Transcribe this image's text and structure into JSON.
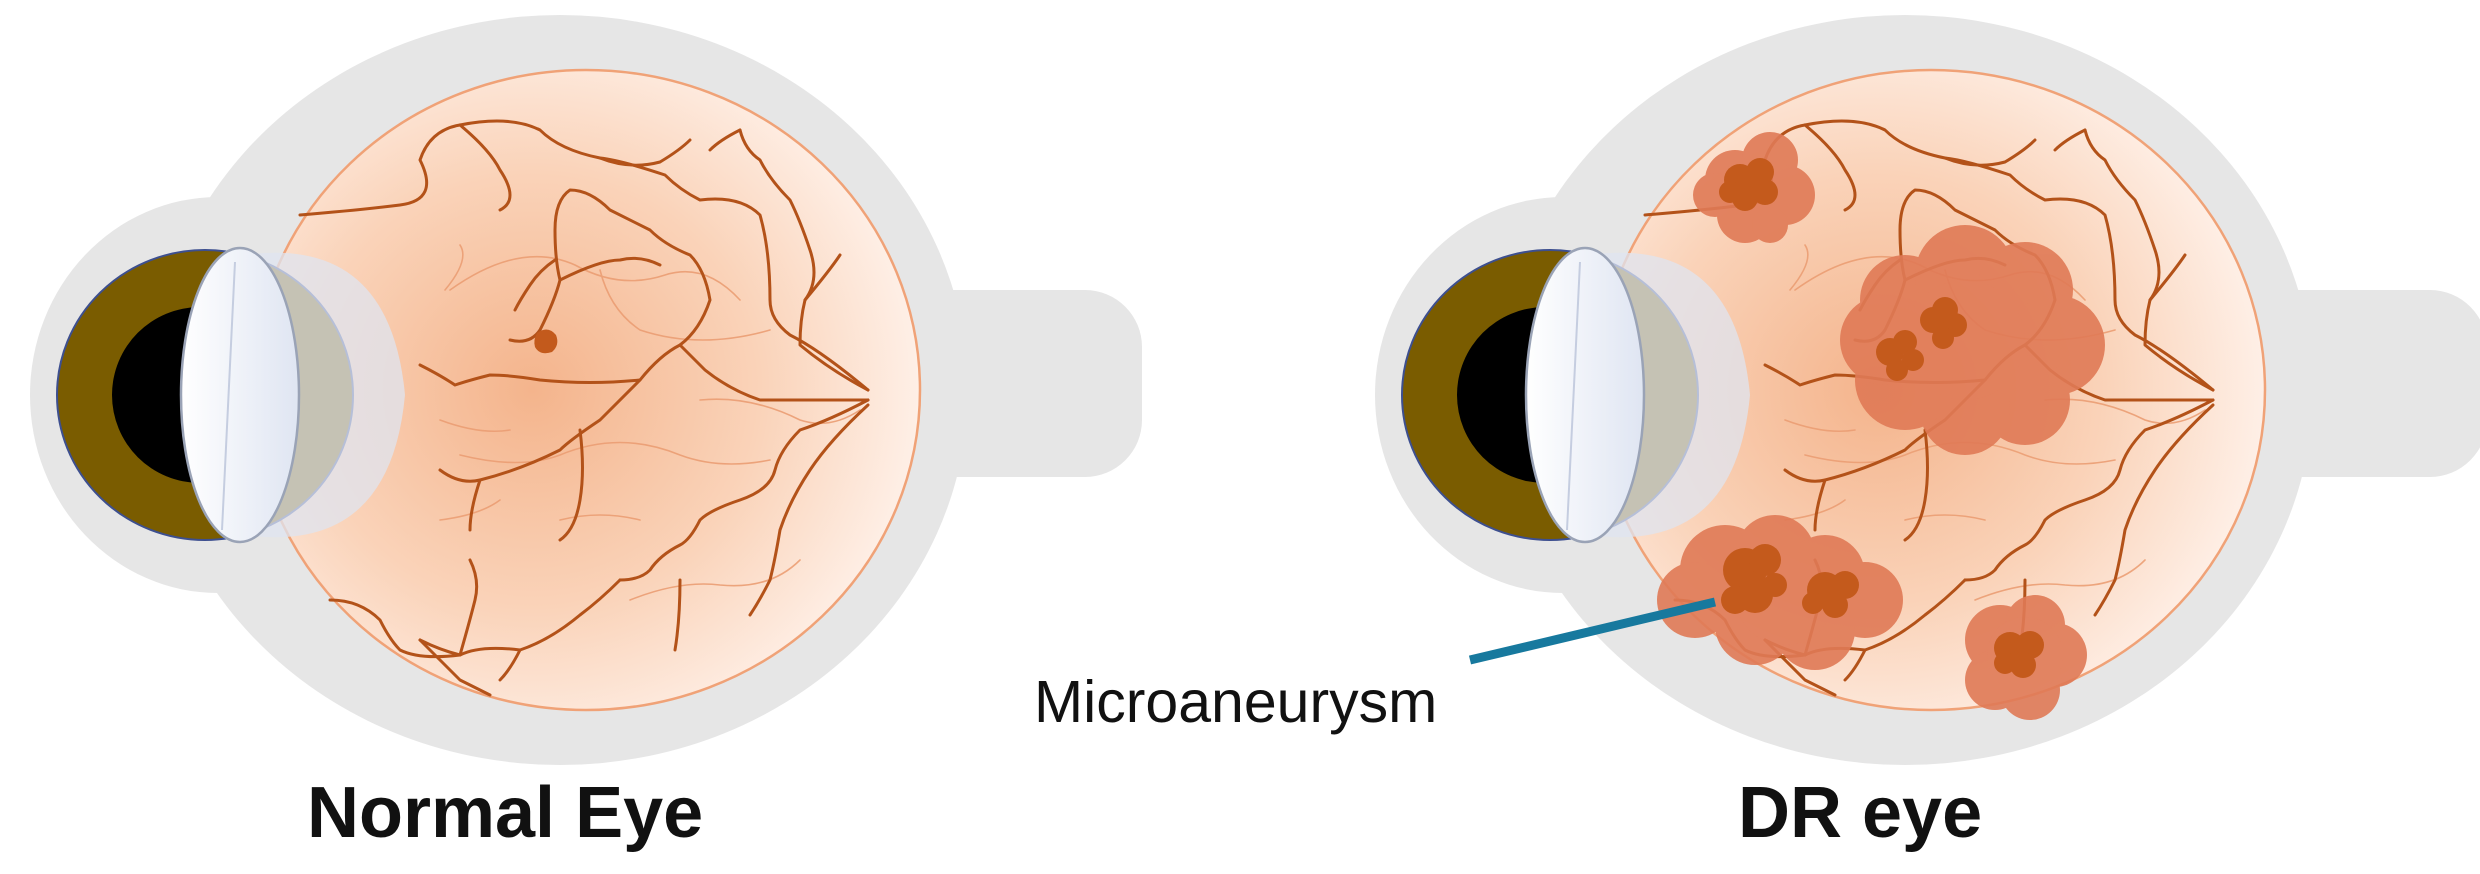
{
  "labels": {
    "normal": "Normal Eye",
    "dr": "DR eye",
    "annotation": "Microaneurysm"
  },
  "colors": {
    "sclera": "#e6e6e6",
    "retina_center": "#f5b993",
    "retina_edge": "#fff3ec",
    "vessel": "#b5531a",
    "iris": "#7a5c00",
    "lens": "#f4f6fb",
    "hemorrhage": "#e37c5a",
    "lesion_core": "#c8581d",
    "pointer": "#17799e"
  },
  "icons": [
    "eyeball-diagram",
    "dr-eyeball-diagram"
  ]
}
